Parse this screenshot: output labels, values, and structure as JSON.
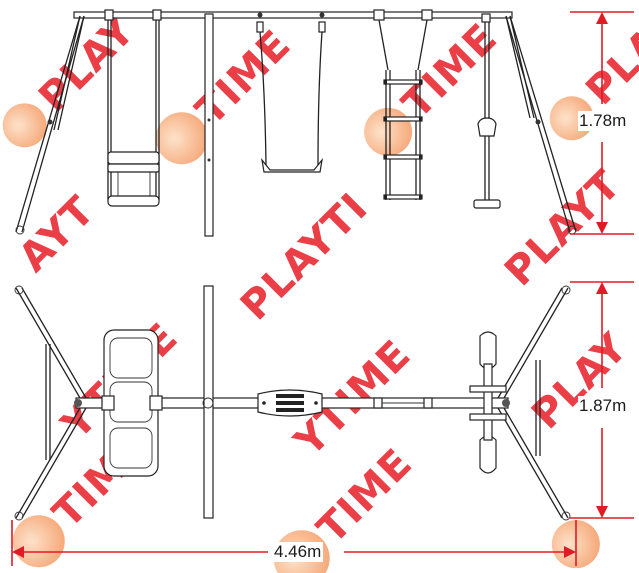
{
  "dimensions": {
    "height_frame": "1.78m",
    "depth_base": "1.87m",
    "width_total": "4.46m"
  },
  "watermark": {
    "brand_text": "PLAYTIME",
    "colors": {
      "primary": "#e8202a",
      "secondary": "#f4a58a"
    }
  },
  "colors": {
    "dimension_line": "#e01b24",
    "drawing": "#222222"
  }
}
